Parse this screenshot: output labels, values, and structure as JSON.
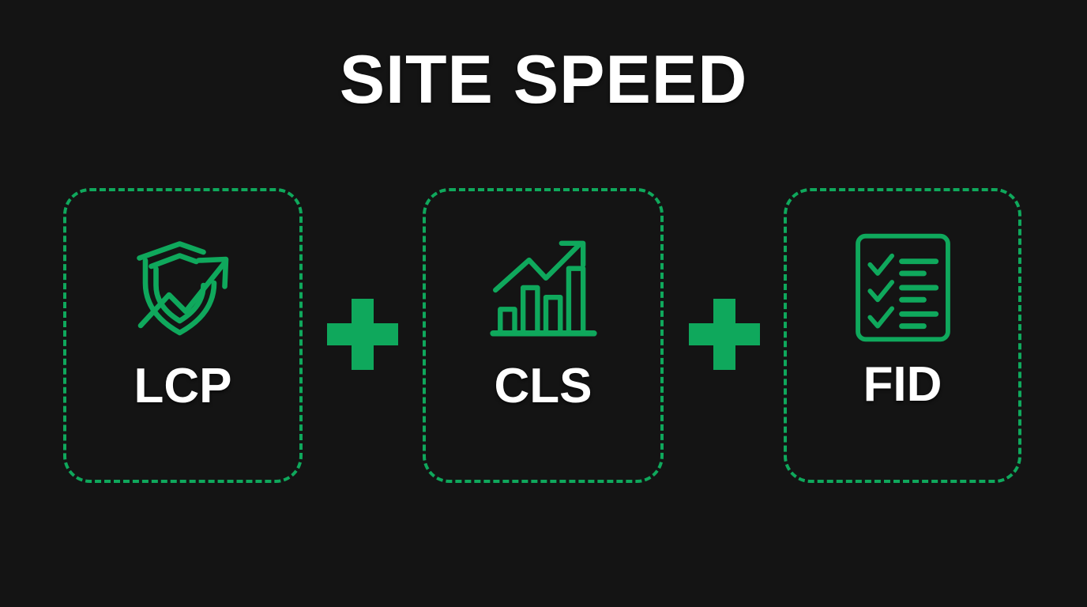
{
  "page": {
    "title": "SITE SPEED",
    "background_color": "#141414",
    "accent_color": "#0fa85c",
    "text_color": "#ffffff"
  },
  "metrics": [
    {
      "label": "LCP",
      "icon": "shield-trending-arrow-icon",
      "icon_color": "#0fa85c"
    },
    {
      "label": "CLS",
      "icon": "bar-chart-growth-icon",
      "icon_color": "#0fa85c"
    },
    {
      "label": "FID",
      "icon": "checklist-icon",
      "icon_color": "#0fa85c"
    }
  ],
  "separators": [
    {
      "symbol": "plus",
      "color": "#0fa85c"
    },
    {
      "symbol": "plus",
      "color": "#0fa85c"
    }
  ]
}
